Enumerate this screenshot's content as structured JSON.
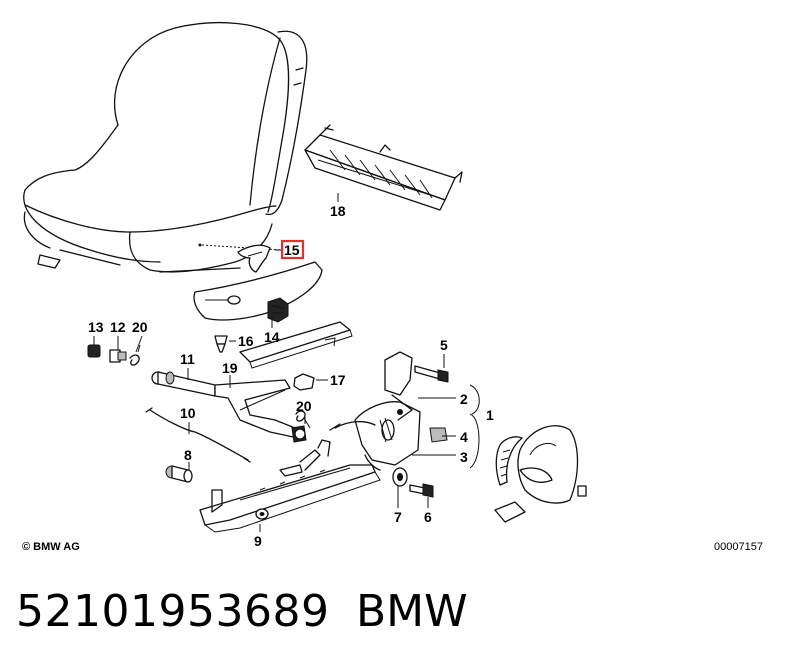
{
  "callouts": {
    "c1": "1",
    "c2": "2",
    "c3": "3",
    "c4": "4",
    "c5": "5",
    "c6": "6",
    "c7": "7",
    "c8": "8",
    "c9": "9",
    "c10": "10",
    "c11": "11",
    "c12": "12",
    "c13": "13",
    "c14": "14",
    "c15": "15",
    "c16": "16",
    "c17": "17",
    "c18": "18",
    "c19": "19",
    "c20a": "20",
    "c20b": "20"
  },
  "highlight": {
    "color": "#e03030",
    "callout": "15"
  },
  "footer": {
    "copyright": "© BMW AG",
    "drawing_number": "00007157",
    "part_number": "52101953689",
    "brand": "BMW"
  }
}
